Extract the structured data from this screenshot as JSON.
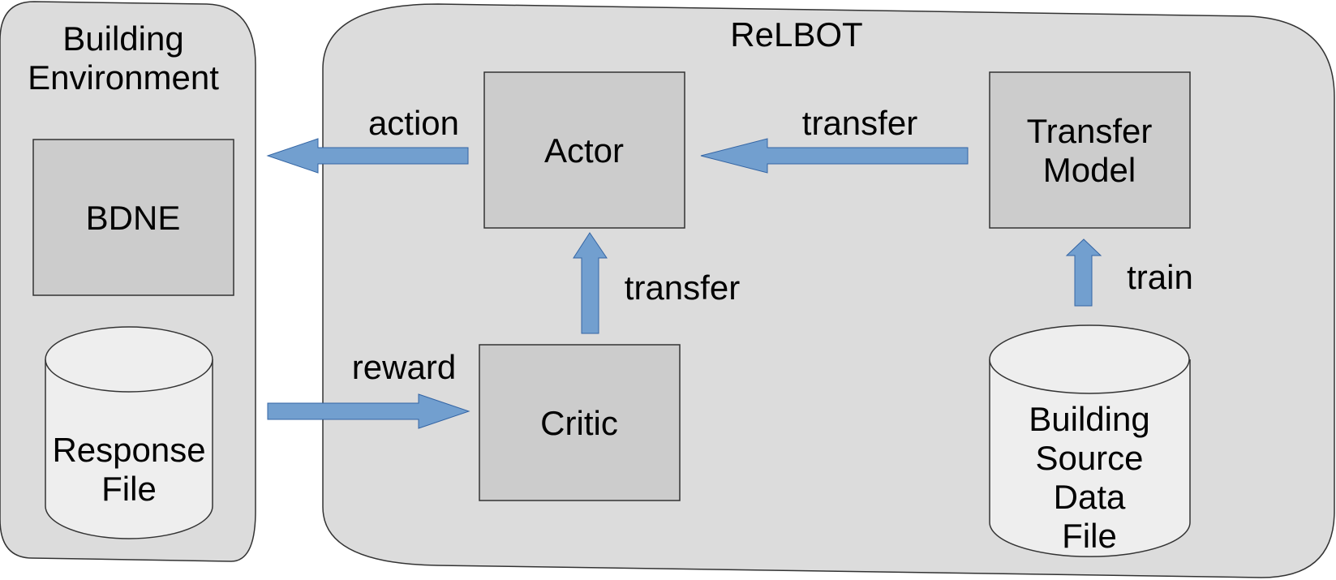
{
  "left_panel": {
    "title_line1": "Building",
    "title_line2": "Environment",
    "bdne_label": "BDNE",
    "response_file_line1": "Response",
    "response_file_line2": "File"
  },
  "right_panel": {
    "title": "ReLBOT",
    "actor_label": "Actor",
    "critic_label": "Critic",
    "transfer_model_line1": "Transfer",
    "transfer_model_line2": "Model",
    "source_file_line1": "Building",
    "source_file_line2": "Source",
    "source_file_line3": "Data",
    "source_file_line4": "File"
  },
  "arrows": {
    "action_label": "action",
    "reward_label": "reward",
    "transfer_top_label": "transfer",
    "transfer_mid_label": "transfer",
    "train_label": "train"
  },
  "colors": {
    "panel_fill": "#dcdcdc",
    "box_fill": "#cccccc",
    "cylinder_fill": "#eeeeee",
    "arrow_fill": "#729fcf",
    "arrow_stroke": "#3465a4"
  }
}
